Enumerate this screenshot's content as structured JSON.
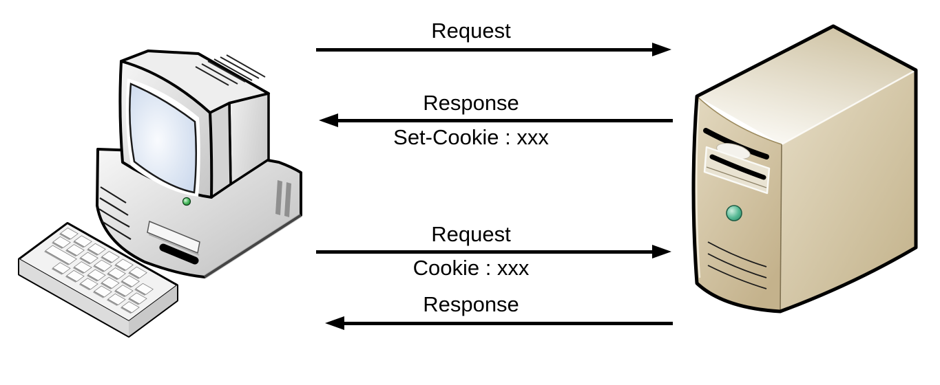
{
  "messages": [
    {
      "label": "Request",
      "sublabel": "",
      "direction": "right"
    },
    {
      "label": "Response",
      "sublabel": "Set-Cookie : xxx",
      "direction": "left"
    },
    {
      "label": "Request",
      "sublabel": "Cookie : xxx",
      "direction": "right"
    },
    {
      "label": "Response",
      "sublabel": "",
      "direction": "left"
    }
  ],
  "nodes": {
    "client": {
      "icon": "desktop-computer-icon"
    },
    "server": {
      "icon": "server-tower-icon"
    }
  },
  "colors": {
    "background": "#ffffff",
    "arrow": "#000000",
    "text": "#000000",
    "client_gray": "#e6e6e6",
    "screen_blue": "#dbe4f2",
    "led_green": "#37a862",
    "server_tan_front": "#d5c9ac",
    "server_tan_side": "#cdbf9e",
    "server_top_light": "#f8f6ef",
    "power_button_green": "#4db894"
  }
}
